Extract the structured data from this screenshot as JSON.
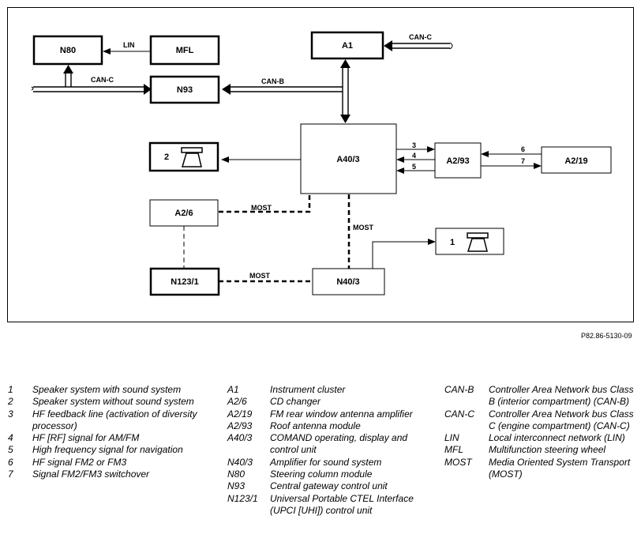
{
  "components": {
    "N80": "N80",
    "MFL": "MFL",
    "N93": "N93",
    "A1": "A1",
    "A40_3": "A40/3",
    "A2_93": "A2/93",
    "A2_19": "A2/19",
    "A2_6": "A2/6",
    "N123_1": "N123/1",
    "N40_3": "N40/3",
    "speaker_2": "2",
    "speaker_1": "1"
  },
  "signals": {
    "lin": "LIN",
    "can_c_left": "CAN-C",
    "can_c_right": "CAN-C",
    "can_b": "CAN-B",
    "most_a26": "MOST",
    "most_vertical": "MOST",
    "most_n123": "MOST",
    "s3": "3",
    "s4": "4",
    "s5": "5",
    "s6": "6",
    "s7": "7"
  },
  "figure_ref": "P82.86-5130-09",
  "legend_numbers": [
    {
      "key": "1",
      "text": "Speaker system with sound system"
    },
    {
      "key": "2",
      "text": "Speaker system without sound system"
    },
    {
      "key": "3",
      "text": "HF feedback line (activation of diversity processor)"
    },
    {
      "key": "4",
      "text": "HF [RF] signal for AM/FM"
    },
    {
      "key": "5",
      "text": "High frequency signal for navigation"
    },
    {
      "key": "6",
      "text": "HF signal FM2 or FM3"
    },
    {
      "key": "7",
      "text": "Signal FM2/FM3 switchover"
    }
  ],
  "legend_components": [
    {
      "key": "A1",
      "text": "Instrument cluster"
    },
    {
      "key": "A2/6",
      "text": "CD changer"
    },
    {
      "key": "A2/19",
      "text": "FM rear window antenna amplifier"
    },
    {
      "key": "A2/93",
      "text": "Roof antenna module"
    },
    {
      "key": "A40/3",
      "text": "COMAND operating, display and control unit"
    },
    {
      "key": "N40/3",
      "text": "Amplifier for sound system"
    },
    {
      "key": "N80",
      "text": "Steering column module"
    },
    {
      "key": "N93",
      "text": "Central gateway control unit"
    },
    {
      "key": "N123/1",
      "text": "Universal Portable CTEL Interface (UPCI [UHI]) control unit"
    }
  ],
  "legend_abbrev": [
    {
      "key": "CAN-B",
      "text": "Controller Area Network bus Class B (interior compartment) (CAN-B)"
    },
    {
      "key": "CAN-C",
      "text": "Controller Area Network bus Class C (engine compartment) (CAN-C)"
    },
    {
      "key": "LIN",
      "text": "Local interconnect network (LIN)"
    },
    {
      "key": "MFL",
      "text": "Multifunction steering wheel"
    },
    {
      "key": "MOST",
      "text": "Media Oriented System Transport (MOST)"
    }
  ]
}
